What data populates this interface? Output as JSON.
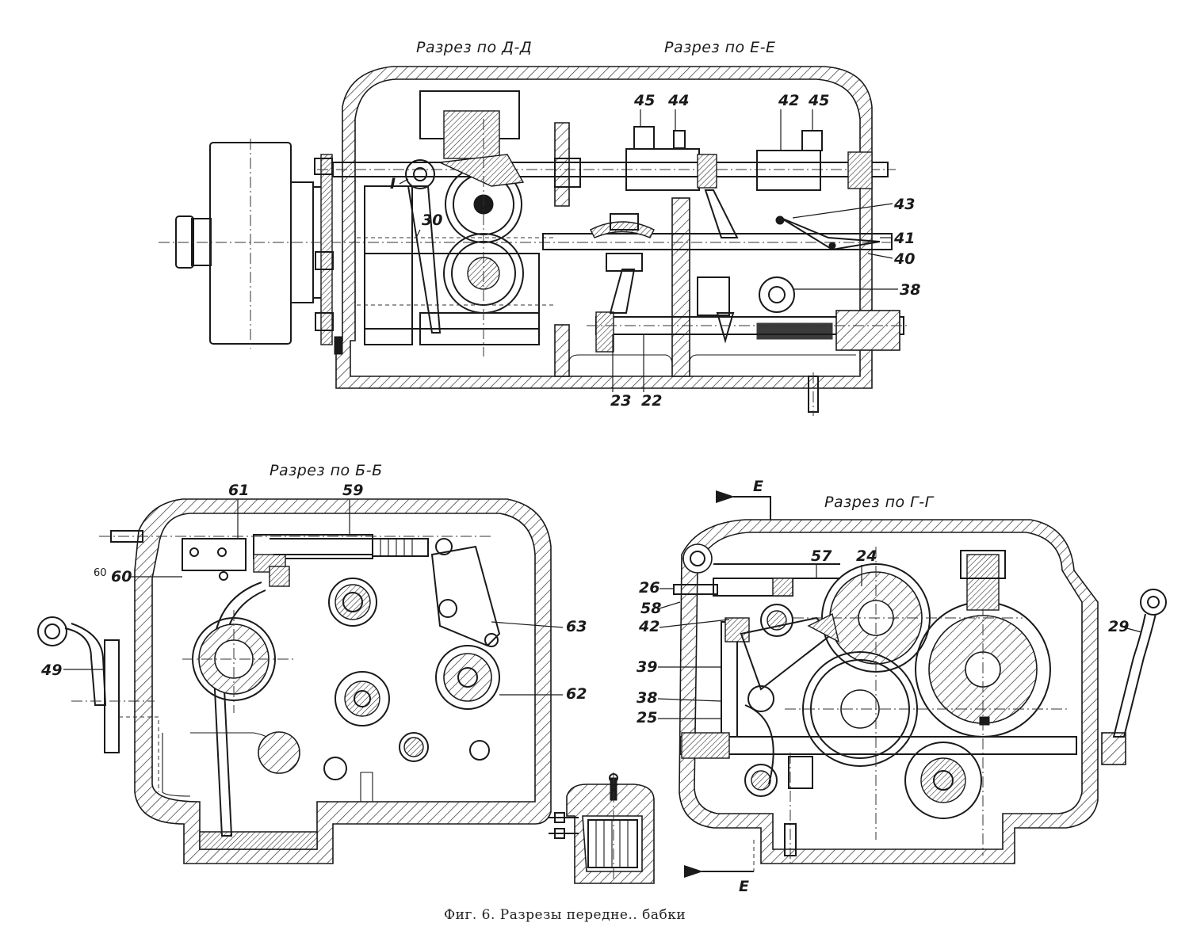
{
  "figure": {
    "caption": "Фиг. 6. Разрезы передне.. бабки",
    "background": "#ffffff",
    "ink_color": "#1a1a1a"
  },
  "views": {
    "top_section_dd": {
      "title": "Разрез по Д-Д"
    },
    "top_section_ee": {
      "title": "Разрез по Е-Е"
    },
    "section_bb": {
      "title": "Разрез по Б-Б"
    },
    "section_gg": {
      "title": "Разрез по Г-Г"
    }
  },
  "section_markers": {
    "e_top": "Е",
    "e_bottom": "Е"
  },
  "labels": {
    "top": {
      "l45a": "45",
      "l44": "44",
      "l42": "42",
      "l45b": "45",
      "l43": "43",
      "l41": "41",
      "l40": "40",
      "l38": "38",
      "lI": "I",
      "l30": "30",
      "l23": "23",
      "l22": "22"
    },
    "bb": {
      "l61": "61",
      "l59": "59",
      "l60small": "60",
      "l60": "60",
      "l49": "49",
      "l63": "63",
      "l62": "62"
    },
    "gg": {
      "l57": "57",
      "l24": "24",
      "l26": "26",
      "l58": "58",
      "l42": "42",
      "l39": "39",
      "l38": "38",
      "l25": "25",
      "l29": "29"
    }
  }
}
